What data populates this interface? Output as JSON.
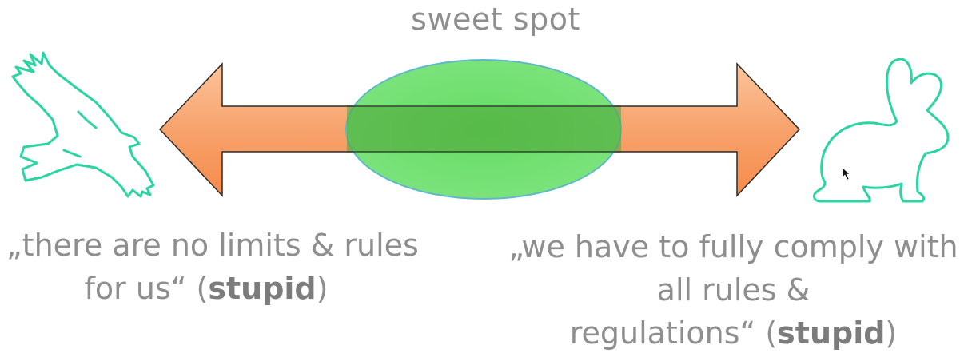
{
  "diagram": {
    "title": "sweet spot",
    "left_caption": {
      "line1": "„there are no limits & rules",
      "line2_prefix": "for us“ (",
      "line2_bold": "stupid",
      "line2_suffix": ")"
    },
    "right_caption": {
      "line1": "„we have to fully comply with",
      "line2": "all rules &",
      "line3_prefix": "regulations“ (",
      "line3_bold": "stupid",
      "line3_suffix": ")"
    },
    "left_icon": "eagle-icon",
    "right_icon": "rabbit-icon",
    "colors": {
      "arrow": "#f7a06a",
      "ellipse": "#5fd65f",
      "icon_stroke": "#2ad4a3",
      "text": "#8e8e8e"
    }
  }
}
